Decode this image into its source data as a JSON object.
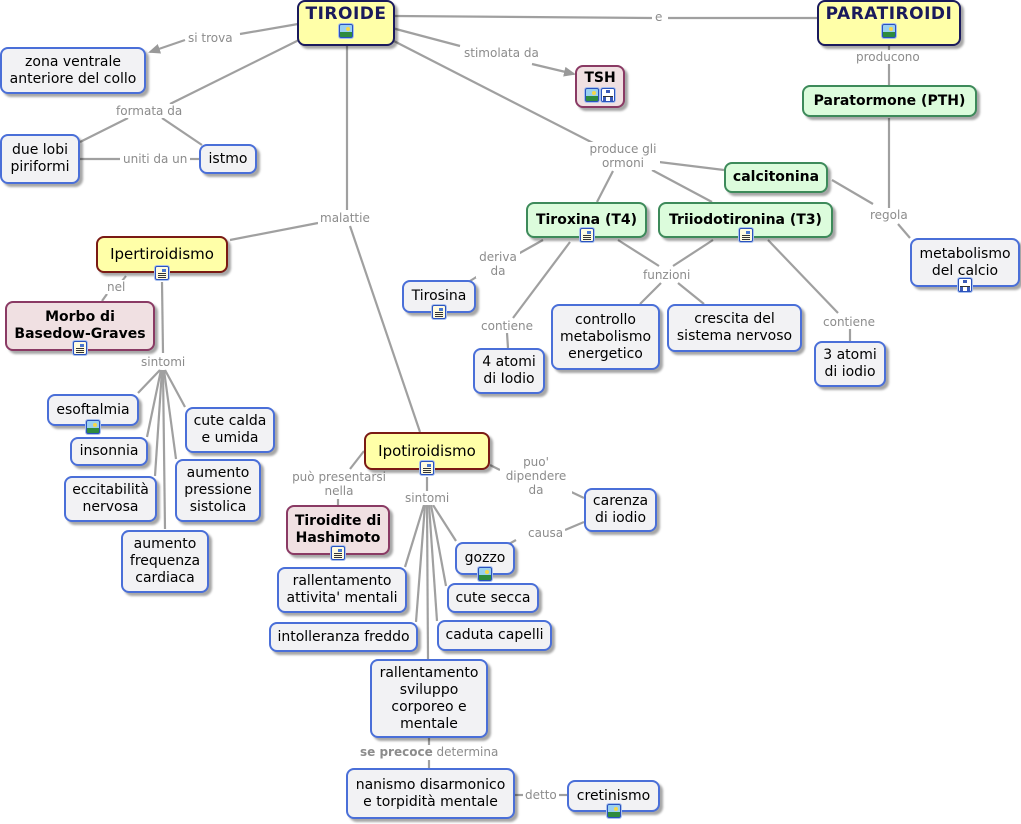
{
  "nodes": {
    "tiroide": {
      "label": "TIROIDE",
      "icons": [
        "image"
      ]
    },
    "paratiroidi": {
      "label": "PARATIROIDI",
      "icons": [
        "image"
      ]
    },
    "zona": {
      "label": "zona ventrale anteriore del collo"
    },
    "lobi": {
      "label": "due lobi piriformi"
    },
    "istmo": {
      "label": "istmo"
    },
    "tsh": {
      "label": "TSH",
      "icons": [
        "image",
        "concept-map"
      ]
    },
    "pth": {
      "label": "Paratormone (PTH)"
    },
    "calcitonina": {
      "label": "calcitonina"
    },
    "t4": {
      "label": "Tiroxina (T4)",
      "icons": [
        "document"
      ]
    },
    "t3": {
      "label": "Triiodotironina (T3)",
      "icons": [
        "document"
      ]
    },
    "metcalcio": {
      "label": "metabolismo del calcio",
      "icons": [
        "concept-map"
      ]
    },
    "tirosina": {
      "label": "Tirosina",
      "icons": [
        "document"
      ]
    },
    "atomi4": {
      "label": "4 atomi di Iodio"
    },
    "controllo": {
      "label": "controllo metabolismo energetico"
    },
    "crescita": {
      "label": "crescita del sistema nervoso"
    },
    "atomi3": {
      "label": "3 atomi di iodio"
    },
    "iper": {
      "label": "Ipertiroidismo",
      "icons": [
        "document"
      ]
    },
    "basedow": {
      "label": "Morbo di Basedow-Graves",
      "icons": [
        "document"
      ]
    },
    "esoftalmia": {
      "label": "esoftalmia",
      "icons": [
        "image"
      ]
    },
    "insonnia": {
      "label": "insonnia"
    },
    "eccitabilita": {
      "label": "eccitabilità nervosa"
    },
    "frequenza": {
      "label": "aumento frequenza cardiaca"
    },
    "pressione": {
      "label": "aumento pressione sistolica"
    },
    "cutecalda": {
      "label": "cute calda e umida"
    },
    "ipo": {
      "label": "Ipotiroidismo",
      "icons": [
        "document"
      ]
    },
    "hashimoto": {
      "label": "Tiroidite di Hashimoto",
      "icons": [
        "document"
      ]
    },
    "carenza": {
      "label": "carenza di iodio"
    },
    "gozzo": {
      "label": "gozzo",
      "icons": [
        "image"
      ]
    },
    "cutesecca": {
      "label": "cute secca"
    },
    "ralmentali": {
      "label": "rallentamento attivita' mentali"
    },
    "freddo": {
      "label": "intolleranza freddo"
    },
    "capelli": {
      "label": "caduta capelli"
    },
    "sviluppo": {
      "label": "rallentamento sviluppo corporeo e mentale"
    },
    "nanismo": {
      "label": "nanismo disarmonico e torpidità mentale"
    },
    "cretinismo": {
      "label": "cretinismo",
      "icons": [
        "image"
      ]
    }
  },
  "link_labels": {
    "si_trova": "si trova",
    "e": "e",
    "stimolata_da": "stimolata da",
    "producono": "producono",
    "formata_da": "formata da",
    "uniti_da_un": "uniti da un",
    "produce_ormoni": "produce gli ormoni",
    "regola": "regola",
    "deriva_da": "deriva da",
    "contiene_t4": "contiene",
    "funzioni": "funzioni",
    "contiene_t3": "contiene",
    "malattie": "malattie",
    "nel": "nel",
    "sintomi_iper": "sintomi",
    "puo_presentarsi": "può presentarsi nella",
    "sintomi_ipo": "sintomi",
    "puo_dipendere": "puo' dipendere da",
    "causa": "causa",
    "se_precoce": "se precoce",
    "determina": "determina",
    "detto": "detto"
  },
  "colors": {
    "concept_border": "#4a6fd8",
    "concept_fill": "#f2f2f4",
    "main_fill": "#ffffa8",
    "main_border": "#1a1a5c",
    "disease_border": "#7a1a14",
    "hormone_fill": "#dcfcdc",
    "hormone_border": "#3d8a5a",
    "syndrome_fill": "#f0e0e2",
    "syndrome_border": "#8a3a64",
    "link": "#999999",
    "link_label": "#8c8c8c"
  }
}
